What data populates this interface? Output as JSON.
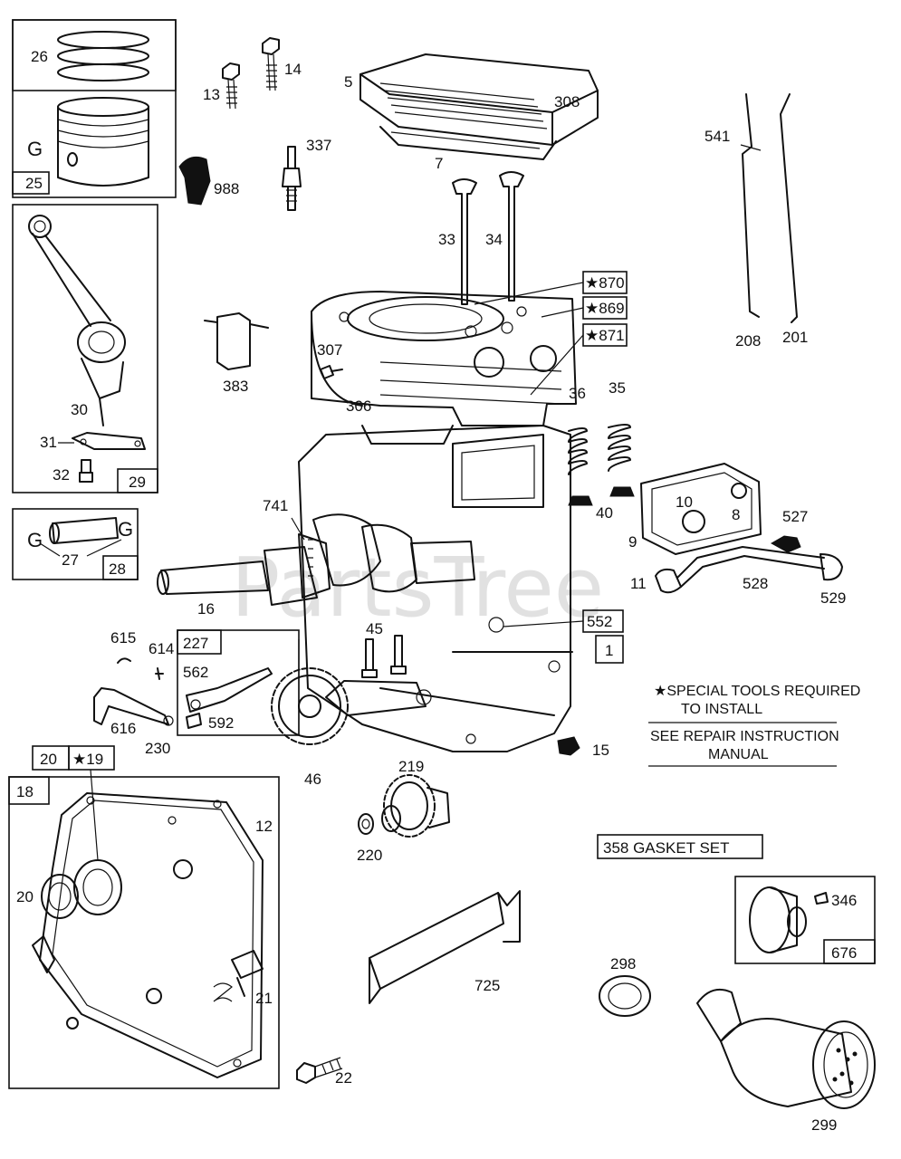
{
  "labels": {
    "l26": "26",
    "l25": "25",
    "lG1": "G",
    "l13": "13",
    "l14": "14",
    "l5": "5",
    "l308": "308",
    "l7": "7",
    "l337": "337",
    "l988": "988",
    "l541": "541",
    "l208": "208",
    "l201": "201",
    "l33": "33",
    "l34": "34",
    "l870": "★870",
    "l869": "★869",
    "l871": "★871",
    "l383": "383",
    "l307": "307",
    "l306": "306",
    "l30": "30",
    "l31": "31",
    "l32": "32",
    "l29": "29",
    "l36": "36",
    "l35": "35",
    "l40": "40",
    "l10": "10",
    "l8": "8",
    "l9": "9",
    "l527": "527",
    "l741": "741",
    "lG2": "G",
    "lG3": "G",
    "l27": "27",
    "l28": "28",
    "l16": "16",
    "l11": "11",
    "l528": "528",
    "l529": "529",
    "l552": "552",
    "l1": "1",
    "l45": "45",
    "l615": "615",
    "l614": "614",
    "l227": "227",
    "l562": "562",
    "l616": "616",
    "l230": "230",
    "l592": "592",
    "l46": "46",
    "l15": "15",
    "l20a": "20",
    "l19": "★19",
    "l18": "18",
    "l12": "12",
    "l219": "219",
    "l220": "220",
    "l20b": "20",
    "l21": "21",
    "l725": "725",
    "l298": "298",
    "l346": "346",
    "l676": "676",
    "l22": "22",
    "l299": "299"
  },
  "notes": {
    "special_tools_line1": "★SPECIAL TOOLS REQUIRED",
    "special_tools_line2": "TO INSTALL",
    "repair_line1": "SEE REPAIR INSTRUCTION",
    "repair_line2": "MANUAL",
    "gasket_set": "358 GASKET SET"
  },
  "watermark": "PartsTree"
}
